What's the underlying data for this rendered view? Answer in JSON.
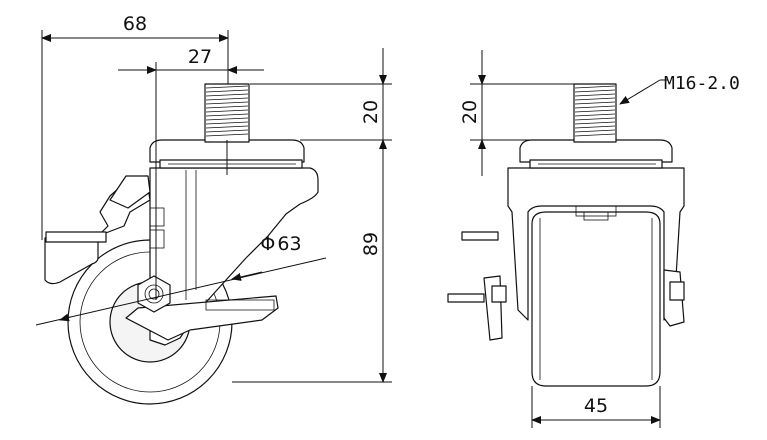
{
  "dimensions": {
    "overall_width": "68",
    "offset": "27",
    "stem_height_left": "20",
    "overall_height": "89",
    "wheel_diameter": "63",
    "diameter_symbol": "Φ",
    "stem_height_right": "20",
    "wheel_width": "45",
    "thread_spec": "M16-2.0"
  },
  "colors": {
    "line": "#111111",
    "background": "#ffffff"
  }
}
